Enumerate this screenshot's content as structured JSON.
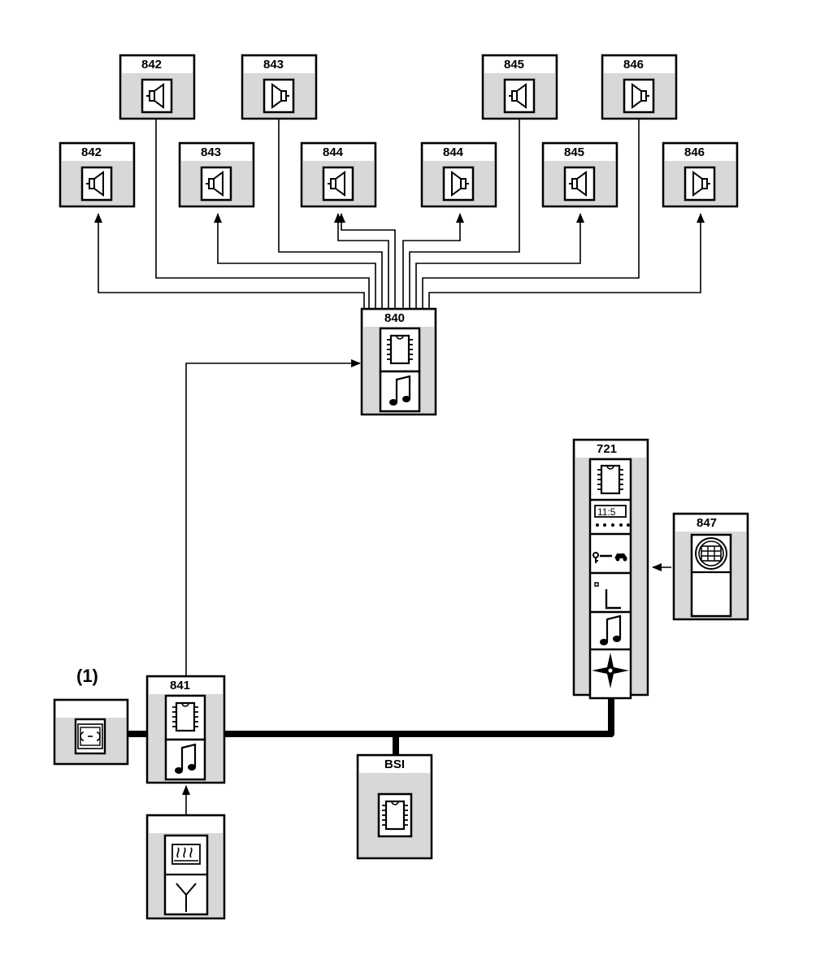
{
  "note_label": "(1)",
  "units": {
    "u842a": "842",
    "u842b": "842",
    "u843a": "843",
    "u843b": "843",
    "u844a": "844",
    "u844b": "844",
    "u845a": "845",
    "u845b": "845",
    "u846a": "846",
    "u846b": "846",
    "u840": "840",
    "u841": "841",
    "u721": "721",
    "u847": "847",
    "bsi": "BSI"
  },
  "display_clock": "11:5",
  "icons": {
    "speaker_mid": "speaker-icon",
    "speaker_tweeter": "tweeter-icon",
    "chip": "chip-icon",
    "music": "music-note-icon",
    "display": "display-icon",
    "key_car": "key-car-icon",
    "door": "door-icon",
    "compass": "compass-icon",
    "keypad": "keypad-icon",
    "antenna": "antenna-icon",
    "connector": "connector-icon",
    "heater": "heater-icon"
  },
  "colors": {
    "box_fill": "#d8d8d8",
    "line": "#000000"
  }
}
